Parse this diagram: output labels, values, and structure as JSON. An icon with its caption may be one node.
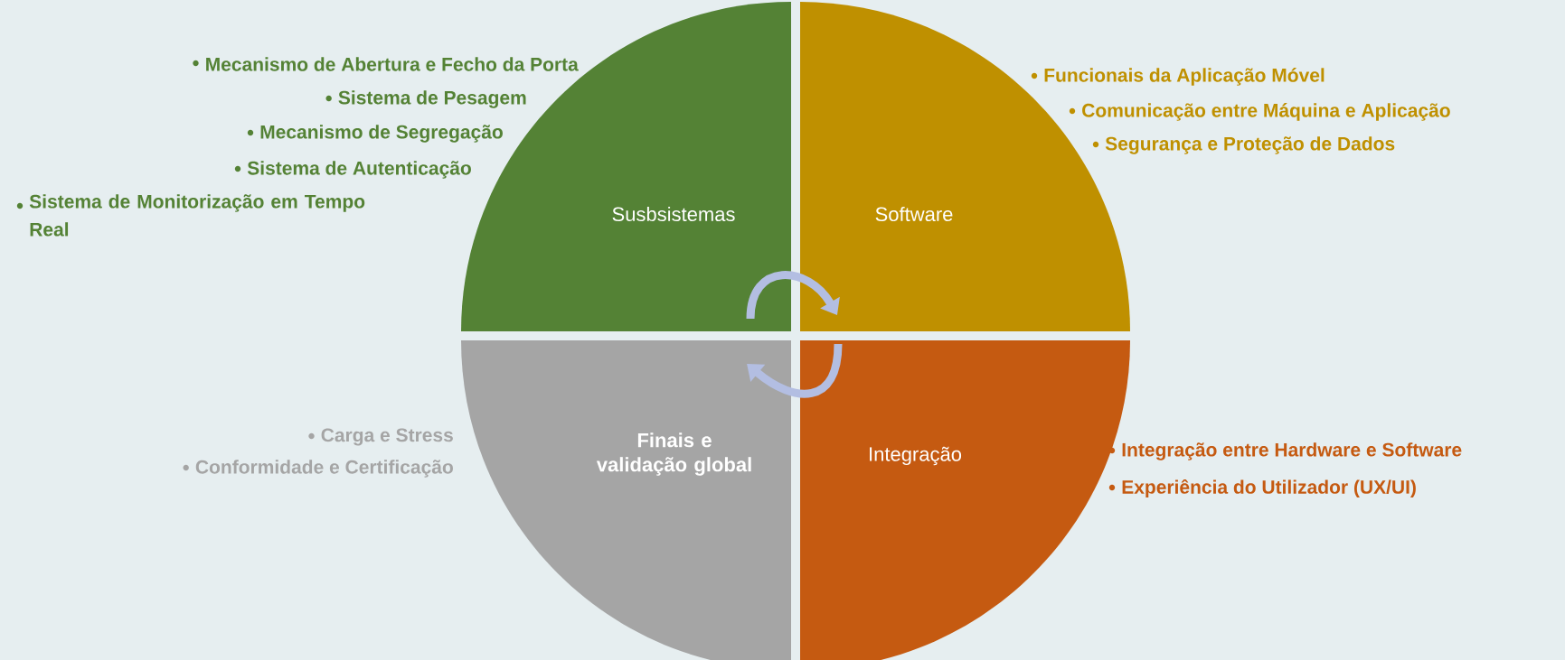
{
  "diagram": {
    "nodes": [
      {
        "text": [
          "Susbsistemas"
        ],
        "beside": [
          "Mecanismo de Abertura e Fecho da Porta",
          "Sistema de Pesagem",
          "Mecanismo de Segregação",
          "Sistema de Autenticação",
          "Sistema de Monitorização em Tempo Real"
        ]
      },
      {
        "text": [
          "Software"
        ],
        "beside": [
          "Funcionais da Aplicação Móvel",
          "Comunicação entre Máquina e Aplicação",
          "Segurança e Proteção de Dados"
        ]
      },
      {
        "text": [
          "Finais e validação global"
        ],
        "beside": [
          "Carga e Stress",
          "Conformidade e Certificação"
        ]
      },
      {
        "text": [
          "Integração"
        ],
        "beside": [
          "Integração entre Hardware e Software",
          "Experiência do Utilizador (UX/UI)"
        ]
      }
    ],
    "edges": [
      {
        "from": 0,
        "to": 1,
        "arrow": "to"
      },
      {
        "from": 3,
        "to": 2,
        "arrow": "to"
      }
    ]
  }
}
